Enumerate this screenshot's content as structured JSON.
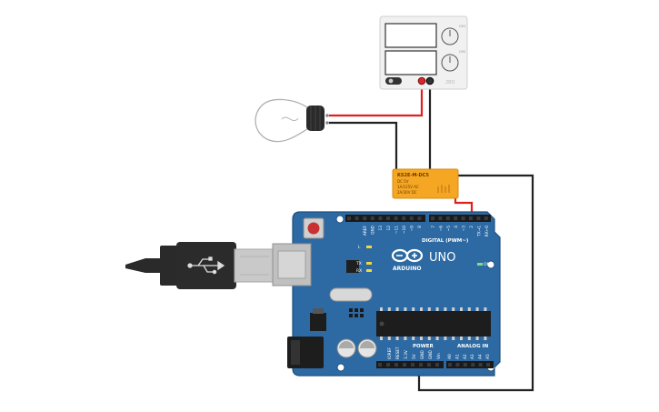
{
  "colors": {
    "board": "#2d6aa3",
    "board_dark": "#1f4f7d",
    "relay": "#f5a623",
    "wire_red": "#e02020",
    "wire_black": "#222222",
    "usb_body": "#2a2a2a",
    "usb_metal": "#c9c9c9"
  },
  "power_supply": {
    "knob_top_label": "CH1",
    "knob_bottom_label": "CH2",
    "footer_text": "2BD"
  },
  "relay": {
    "model": "KS2E-M-DC5",
    "line1": "DC 5V",
    "line2": "1A/125V AC",
    "line3": "2A/30V DC"
  },
  "arduino": {
    "brand": "ARDUINO",
    "model": "UNO",
    "digital_header_label": "DIGITAL (PWM~)",
    "power_header_label": "POWER",
    "analog_header_label": "ANALOG IN",
    "led_l": "L",
    "led_tx": "TX",
    "led_rx": "RX",
    "led_on": "ON",
    "top_left_pins": [
      "AREF",
      "GND",
      "13",
      "12",
      "~11",
      "~10",
      "~9",
      "8"
    ],
    "top_right_pins": [
      "7",
      "~6",
      "~5",
      "4",
      "~3",
      "2",
      "TX→1",
      "RX←0"
    ],
    "power_pins": [
      "IOREF",
      "RESET",
      "3.3V",
      "5V",
      "GND",
      "GND",
      "Vin"
    ],
    "analog_pins": [
      "A0",
      "A1",
      "A2",
      "A3",
      "A4",
      "A5"
    ]
  },
  "usb_cable": {
    "icon": "usb-icon"
  },
  "bulb": {
    "icon": "light-bulb-icon"
  }
}
